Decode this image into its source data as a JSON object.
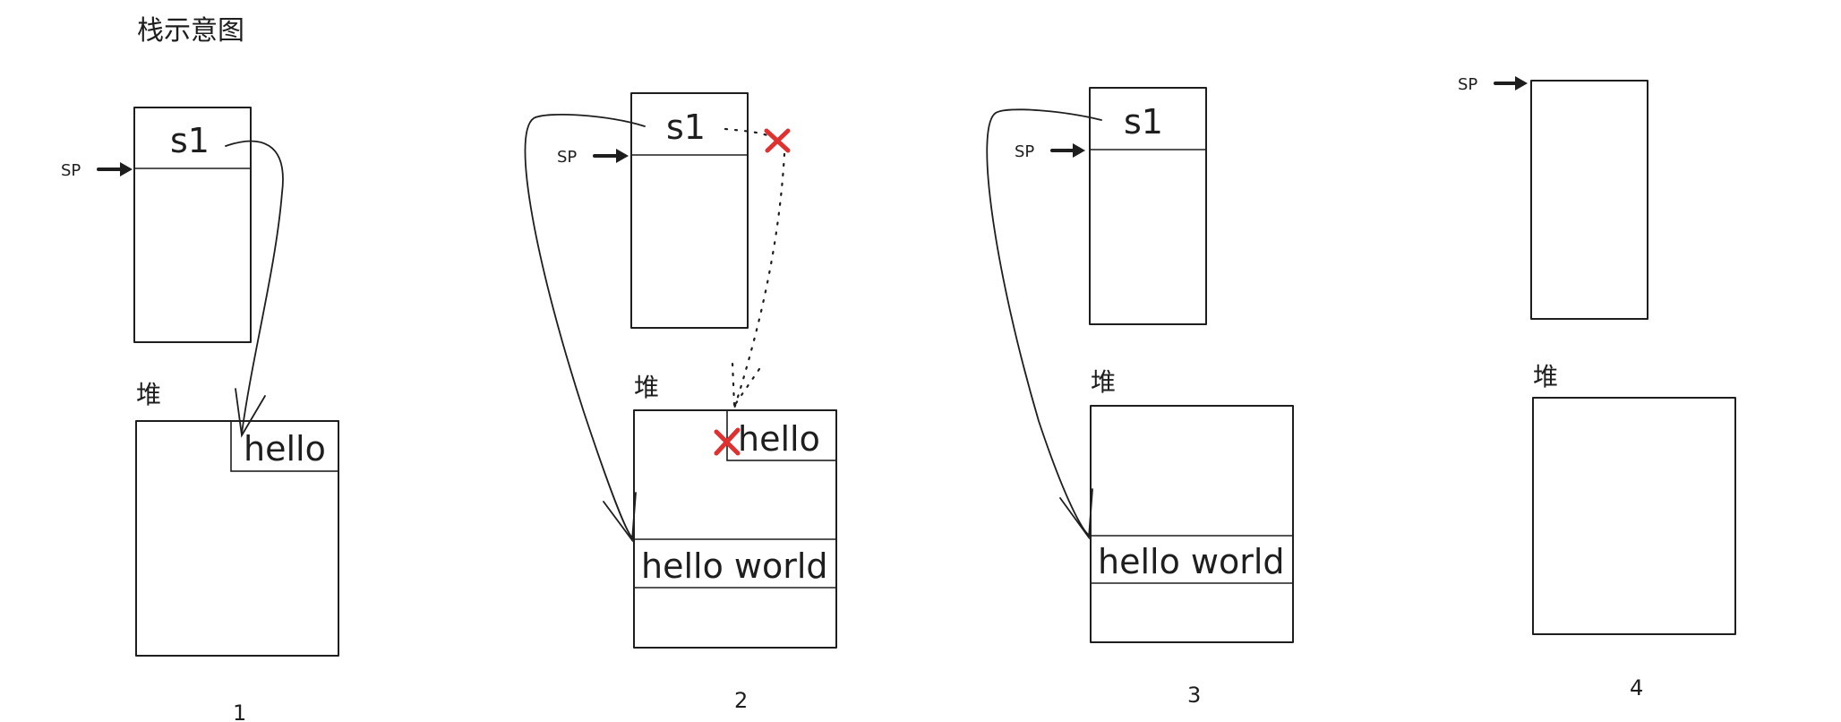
{
  "title": "栈示意图",
  "heap_label": "堆",
  "sp_label": "SP",
  "stage1": {
    "number": "1",
    "stack_var": "s1",
    "heap_cell": "hello"
  },
  "stage2": {
    "number": "2",
    "stack_var": "s1",
    "old_heap_cell": "hello",
    "new_heap_cell": "hello world"
  },
  "stage3": {
    "number": "3",
    "stack_var": "s1",
    "heap_cell": "hello world"
  },
  "stage4": {
    "number": "4"
  },
  "colors": {
    "ink": "#1e1e1e",
    "invalid_mark": "#e03131"
  }
}
